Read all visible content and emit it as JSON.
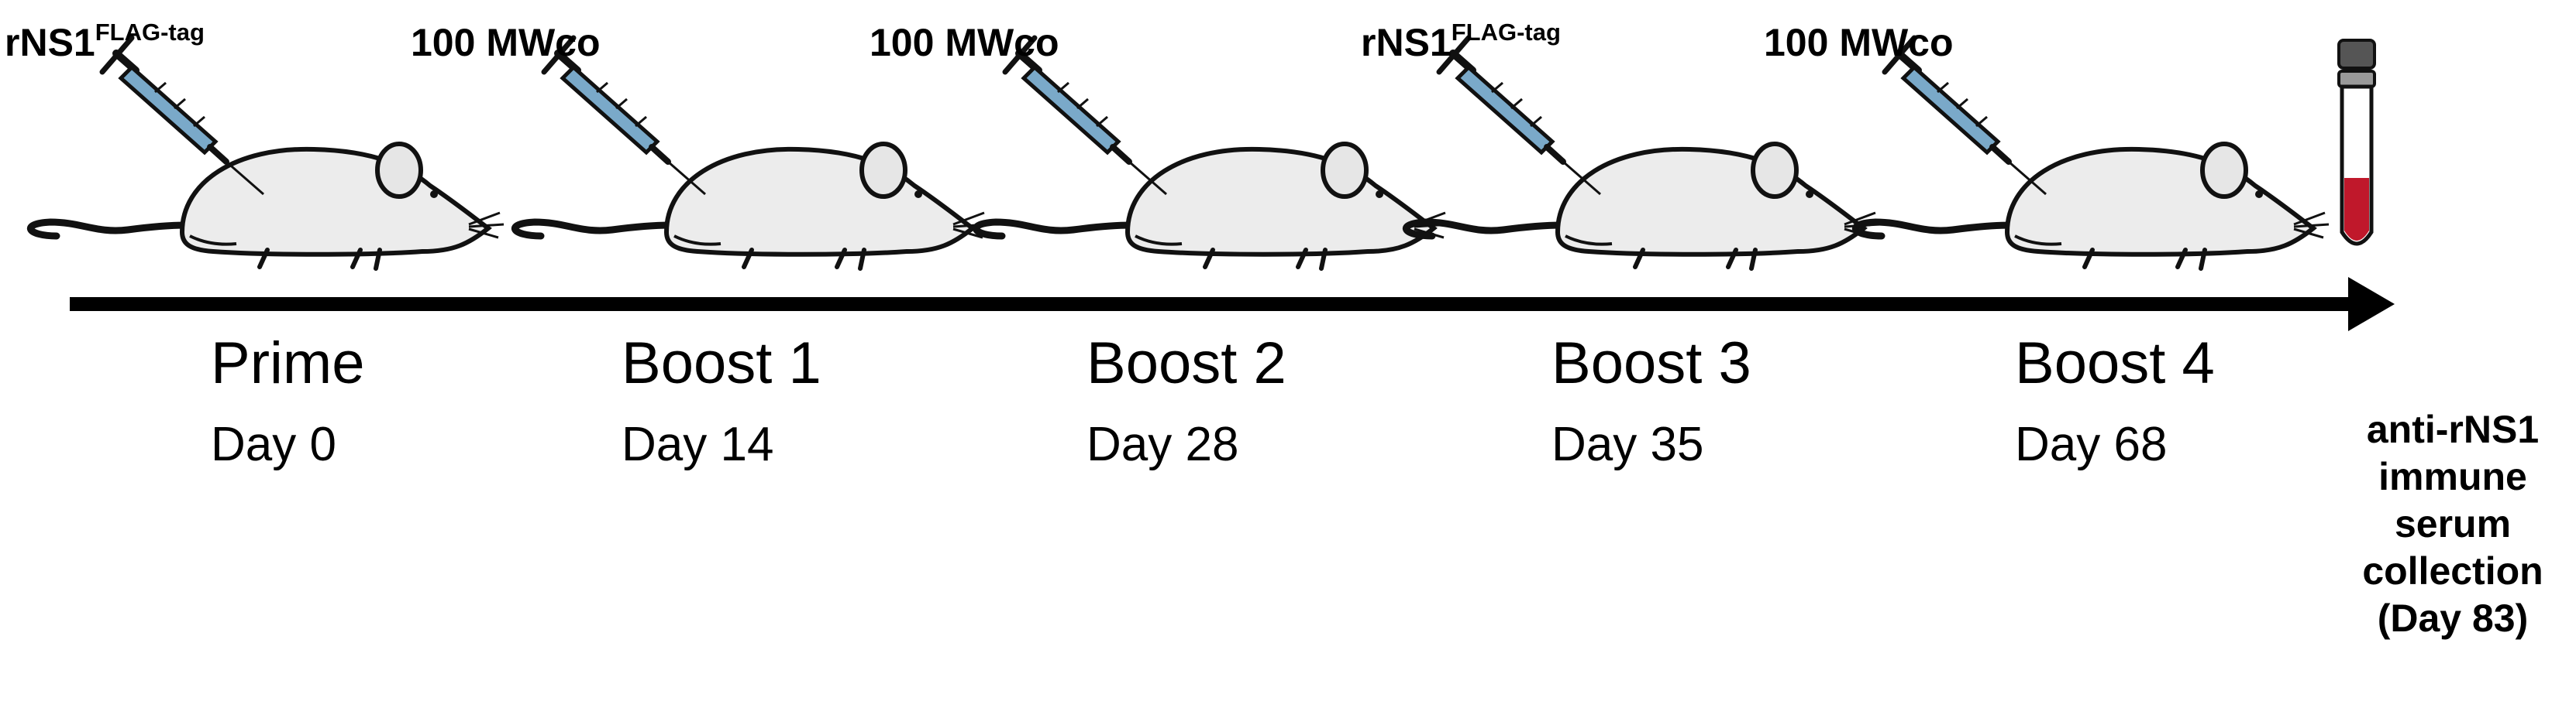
{
  "timeline": {
    "stages": [
      {
        "injection_text": "rNS1",
        "injection_sup": "FLAG-tag",
        "phase": "Prime",
        "day": "Day 0"
      },
      {
        "injection_text": "100 MWco",
        "injection_sup": "",
        "phase": "Boost 1",
        "day": "Day 14"
      },
      {
        "injection_text": "100 MWco",
        "injection_sup": "",
        "phase": "Boost 2",
        "day": "Day 28"
      },
      {
        "injection_text": "rNS1",
        "injection_sup": "FLAG-tag",
        "phase": "Boost 3",
        "day": "Day 35"
      },
      {
        "injection_text": "100 MWco",
        "injection_sup": "",
        "phase": "Boost 4",
        "day": "Day 68"
      }
    ],
    "collection_lines": [
      "anti-rNS1",
      "immune",
      "serum",
      "collection",
      "(Day 83)"
    ],
    "icons": {
      "subject": "mouse-icon",
      "injection": "syringe-icon",
      "sample": "blood-tube-icon"
    },
    "colors": {
      "blood": "#c0182b",
      "needle_barrel": "#7aa9c9",
      "arrow": "#000000"
    }
  }
}
